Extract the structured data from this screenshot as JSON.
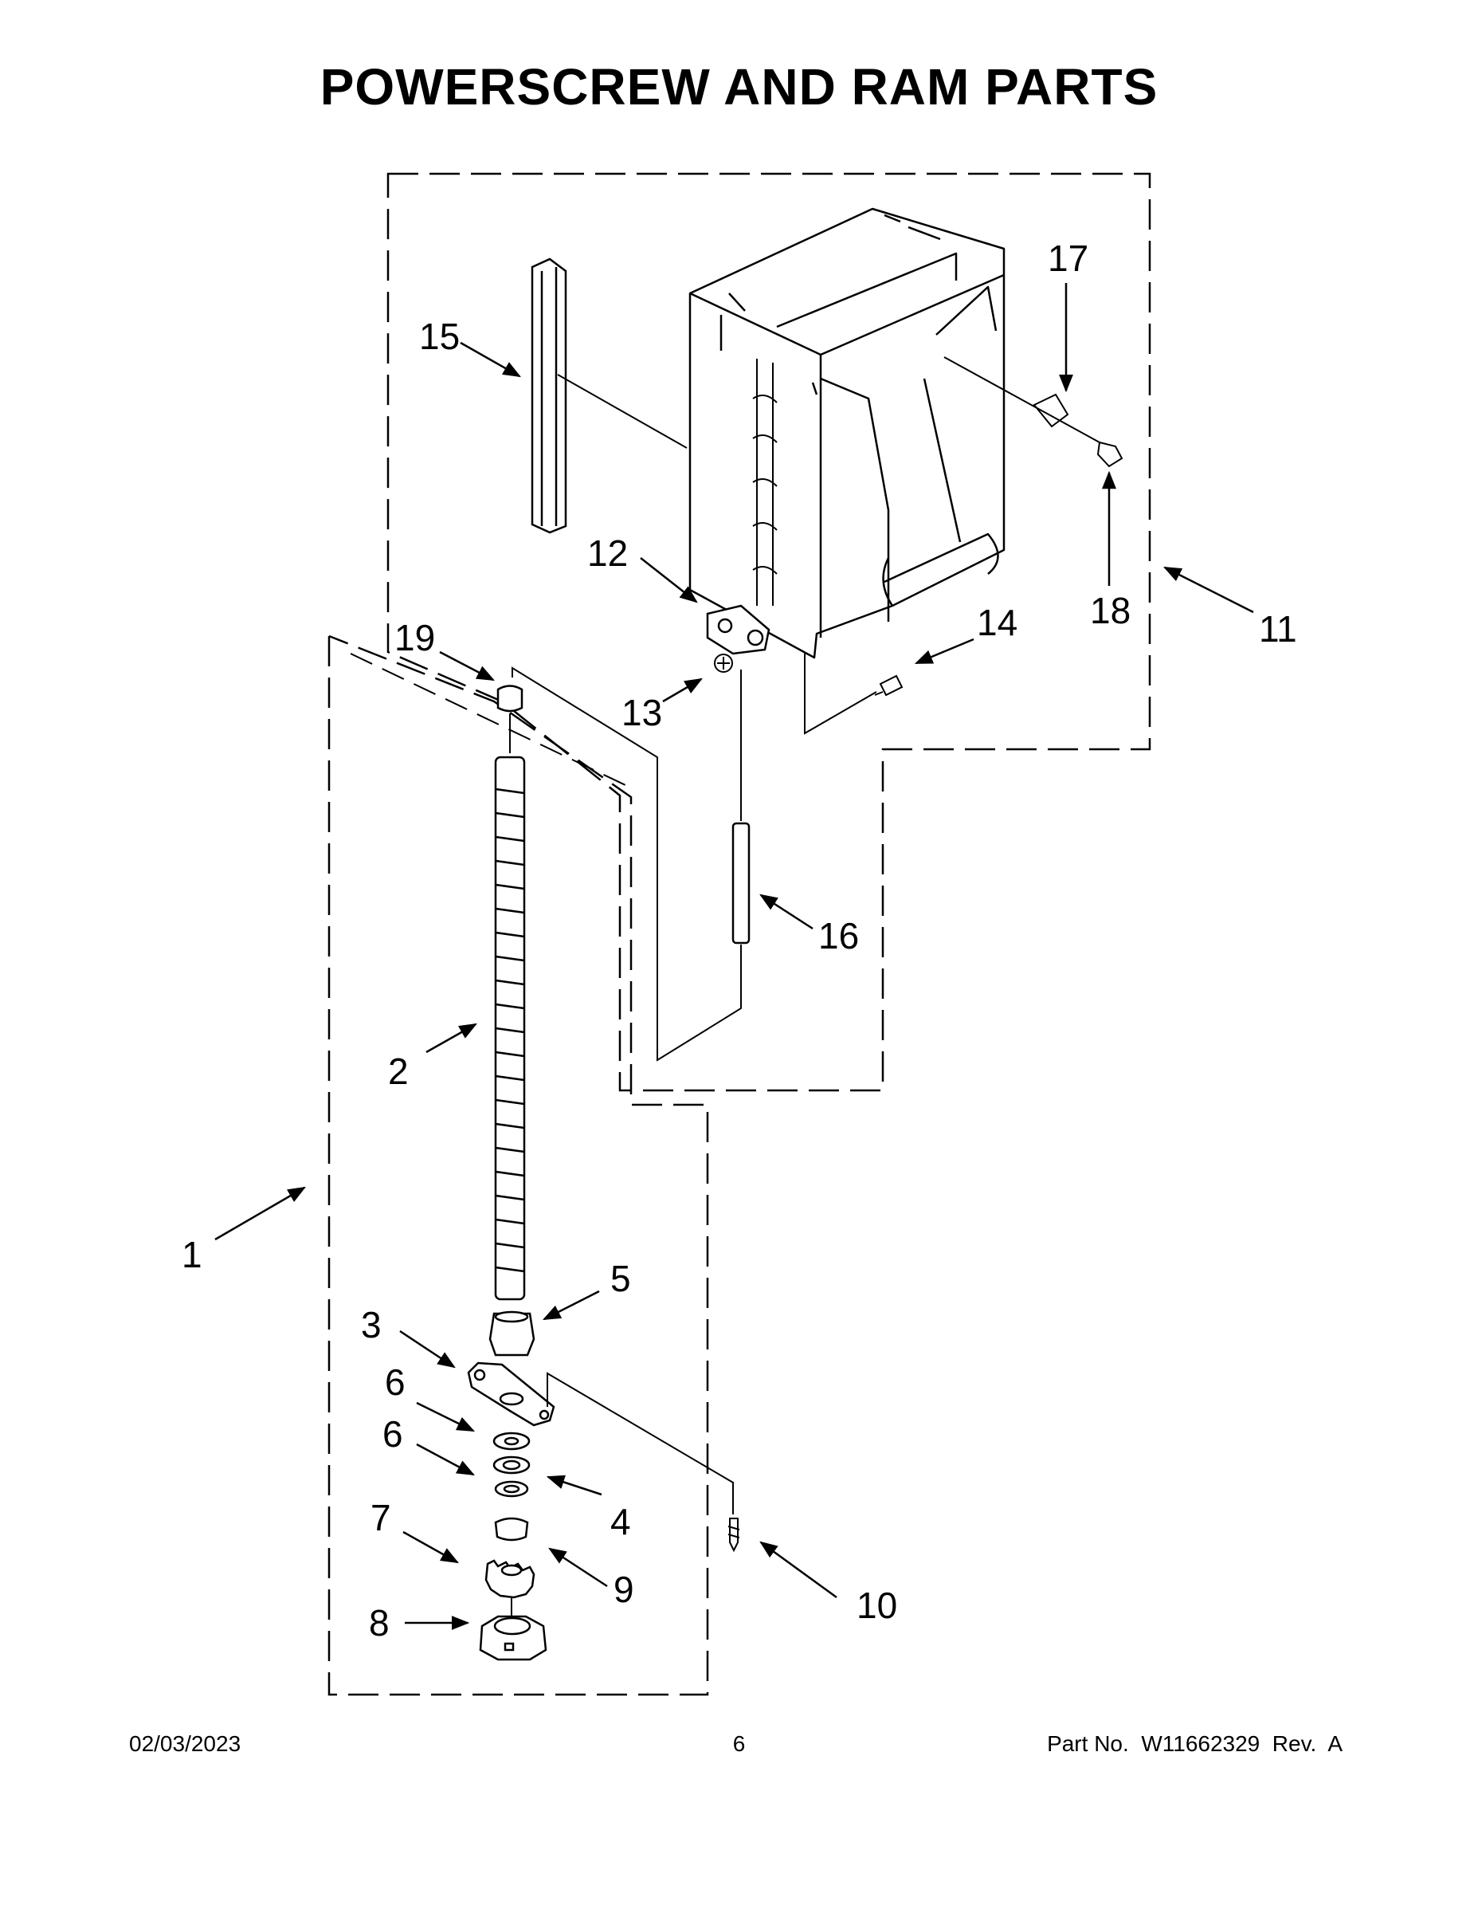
{
  "title": "POWERSCREW AND RAM PARTS",
  "callouts": [
    "1",
    "2",
    "3",
    "4",
    "5",
    "6",
    "6",
    "7",
    "8",
    "9",
    "10",
    "11",
    "12",
    "13",
    "14",
    "15",
    "16",
    "17",
    "18",
    "19"
  ],
  "footer": {
    "date": "02/03/2023",
    "page": "6",
    "part": "Part No.  W11662329  Rev.  A"
  }
}
